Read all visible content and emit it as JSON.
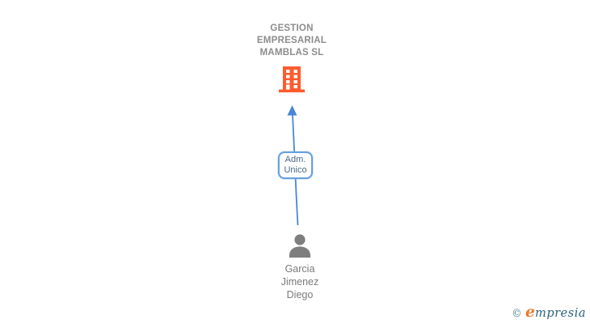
{
  "company": {
    "name_lines": [
      "GESTION",
      "EMPRESARIAL",
      "MAMBLAS SL"
    ],
    "icon": "building-icon"
  },
  "relationship": {
    "label_lines": [
      "Adm.",
      "Unico"
    ]
  },
  "person": {
    "name_lines": [
      "Garcia",
      "Jimenez",
      "Diego"
    ],
    "icon": "person-icon"
  },
  "watermark": {
    "copyright_symbol": "©",
    "brand_initial": "e",
    "brand_rest": "mpresia"
  },
  "colors": {
    "building_orange": "#FF5B2E",
    "arrow_blue": "#4A86D8",
    "box_border_blue": "#66A0DE",
    "box_text_blue": "#4A6785",
    "title_gray": "#8C8C8C",
    "person_gray": "#7E7E7E",
    "name_gray": "#7A7A7A",
    "watermark_orange": "#E87E2E",
    "watermark_teal": "#27607A",
    "copyright_teal": "#527E92"
  }
}
